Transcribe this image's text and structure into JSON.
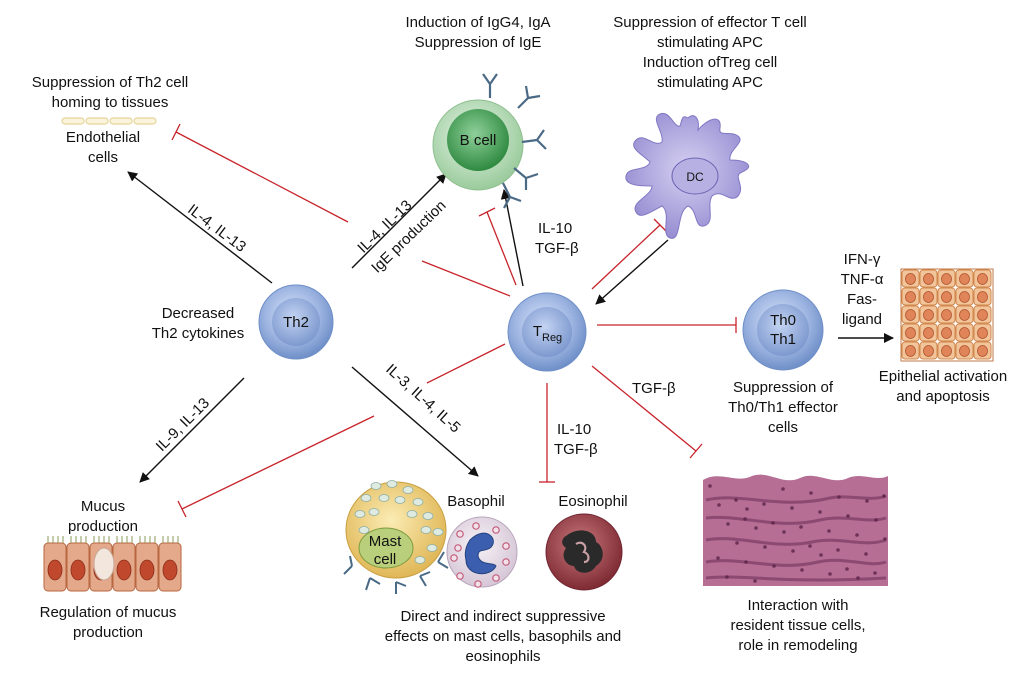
{
  "cells": {
    "b_cell": "B cell",
    "dc": "DC",
    "th2": "Th2",
    "treg_main": "T",
    "treg_sub": "Reg",
    "th0": "Th0",
    "th1": "Th1",
    "mast_line1": "Mast",
    "mast_line2": "cell",
    "basophil": "Basophil",
    "eosinophil": "Eosinophil"
  },
  "labels": {
    "bcell_effect": [
      "Induction of IgG4, IgA",
      "Suppression of IgE"
    ],
    "dc_effect": [
      "Suppression of effector T cell",
      "stimulating APC",
      "Induction ofTreg cell",
      "stimulating APC"
    ],
    "th2_homing": [
      "Suppression of Th2 cell",
      "homing to tissues"
    ],
    "endothelial": [
      "Endothelial",
      "cells"
    ],
    "th2_cytokines": [
      "Decreased",
      "Th2 cytokines"
    ],
    "th0th1_effect": [
      "Suppression of",
      "Th0/Th1 effector",
      "cells"
    ],
    "epithelial": [
      "Epithelial activation",
      "and apoptosis"
    ],
    "mucus": [
      "Mucus",
      "production"
    ],
    "mucus_regulation": [
      "Regulation of mucus",
      "production"
    ],
    "granulocytes": [
      "Direct and indirect suppressive",
      "effects on mast cells, basophils and",
      "eosinophils"
    ],
    "tissue": [
      "Interaction with",
      "resident tissue cells,",
      "role in remodeling"
    ]
  },
  "arrow_labels": {
    "th2_endothelial": "IL-4, IL-13",
    "th2_bcell": "IL-4, IL-13",
    "ige_production": "IgE production",
    "treg_bcell": [
      "IL-10",
      "TGF-β"
    ],
    "th1_cytokines": [
      "IFN-γ",
      "TNF-α",
      "Fas-",
      "ligand"
    ],
    "th2_mucus": "IL-9, IL-13",
    "th2_granulocytes": "IL-3, IL-4, IL-5",
    "treg_eosinophil": [
      "IL-10",
      "TGF-β"
    ],
    "treg_tissue": "TGF-β"
  },
  "colors": {
    "inhibition": "#c8242b",
    "activation": "#111111",
    "t_cell": "#8aa6d6",
    "b_cell": "#3f9a4f",
    "dc": "#a29ad8",
    "mast": "#e8c66a",
    "basophil": "#c9a9c9",
    "eosinophil": "#9a3f45",
    "epithelium": "#e19660",
    "tissue": "#b2658f"
  }
}
